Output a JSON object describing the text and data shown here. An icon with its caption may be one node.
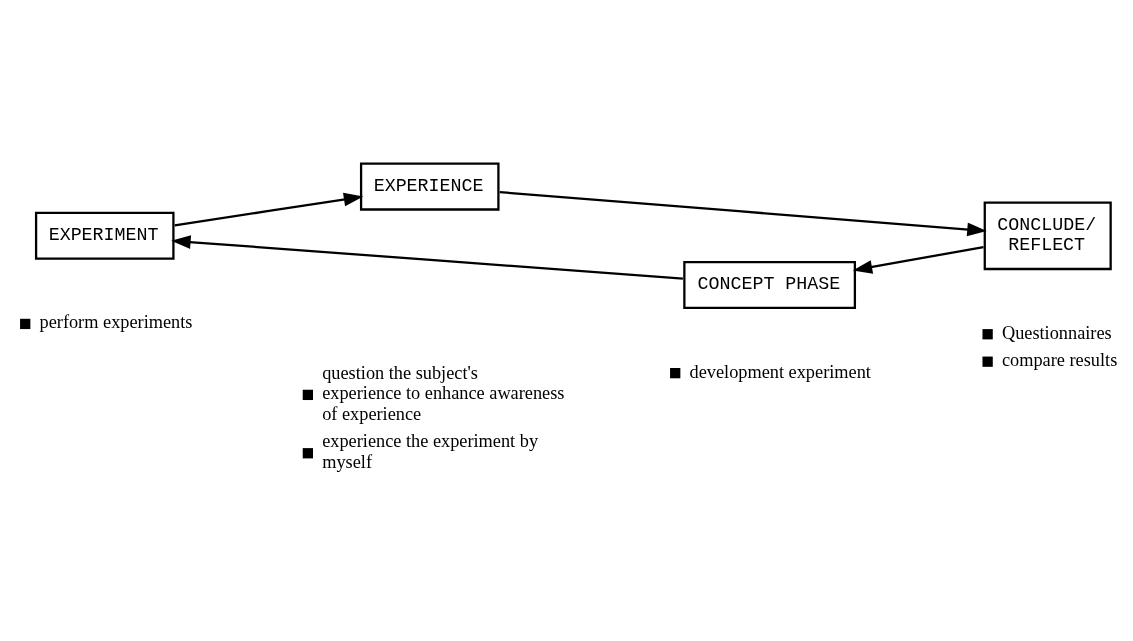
{
  "diagram": {
    "nodes": [
      {
        "text": [
          "EXPERIENCE"
        ],
        "beside": [
          "question the subject's experience to enhance awareness of experience",
          "experience the experiment by myself"
        ]
      },
      {
        "text": [
          "CONCLUDE/ REFLECT"
        ],
        "beside": [
          "Questionnaires",
          "compare results"
        ]
      },
      {
        "text": [
          "CONCEPT PHASE"
        ],
        "beside": [
          "development experiment"
        ]
      },
      {
        "text": [
          "EXPERIMENT"
        ],
        "beside": [
          "perform experiments"
        ]
      }
    ],
    "edges": [
      {
        "from": 3,
        "to": 0,
        "arrow": "to"
      },
      {
        "from": 0,
        "to": 1,
        "arrow": "to"
      },
      {
        "from": 1,
        "to": 2,
        "arrow": "to"
      },
      {
        "from": 2,
        "to": 3,
        "arrow": "to"
      }
    ]
  }
}
